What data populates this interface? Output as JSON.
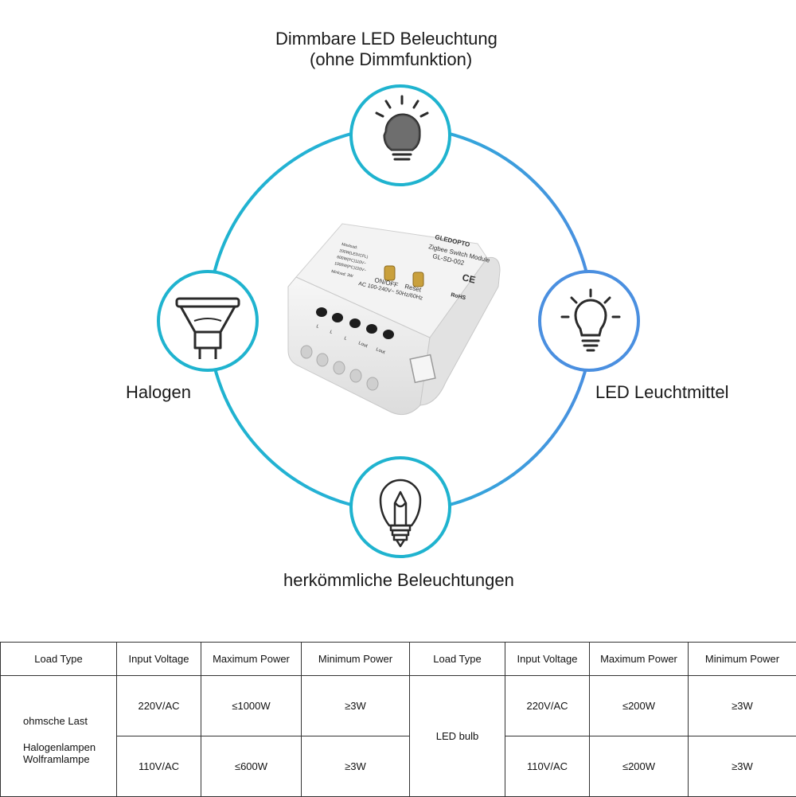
{
  "labels": {
    "top_line1": "Dimmbare LED Beleuchtung",
    "top_line2": "(ohne Dimmfunktion)",
    "left": "Halogen",
    "right": "LED Leuchtmittel",
    "bottom": "herkömmliche Beleuchtungen"
  },
  "icons": {
    "top": "dimmable-led-bulb-icon",
    "left": "halogen-spot-icon",
    "right": "led-bulb-icon",
    "bottom": "incandescent-bulb-icon"
  },
  "colors": {
    "ring_cyan": "#1fb3cf",
    "ring_blue": "#4a8fe0",
    "module_body": "#eeeeee"
  },
  "device": {
    "brand": "GLEDOPTO",
    "name": "Zigbee Switch Module",
    "model": "GL-SD-002",
    "ce": "CE",
    "rohs": "RoHS",
    "onoff": "ON/OFF",
    "reset": "Reset",
    "input": "AC 100-240V~ 50Hz/60Hz",
    "spec1": "Maxload:",
    "spec2": "200W(LED/CFL)",
    "spec3": "600W(PC)110V~",
    "spec4": "1000W(PC)220V~",
    "spec5": "Minload: 3W",
    "t1": "L",
    "t2": "L",
    "t3": "L",
    "t4": "Lout",
    "t5": "Lout"
  },
  "table": {
    "headers": [
      "Load Type",
      "Input Voltage",
      "Maximum Power",
      "Minimum Power",
      "Load Type",
      "Input Voltage",
      "Maximum Power",
      "Minimum Power"
    ],
    "left_load_line1": "ohmsche Last",
    "left_load_line2": "Halogenlampen",
    "left_load_line3": "Wolframlampe",
    "left_rows": [
      {
        "voltage": "220V/AC",
        "max": "≤1000W",
        "min": "≥3W"
      },
      {
        "voltage": "110V/AC",
        "max": "≤600W",
        "min": "≥3W"
      }
    ],
    "right_load": "LED bulb",
    "right_rows": [
      {
        "voltage": "220V/AC",
        "max": "≤200W",
        "min": "≥3W"
      },
      {
        "voltage": "110V/AC",
        "max": "≤200W",
        "min": "≥3W"
      }
    ]
  }
}
